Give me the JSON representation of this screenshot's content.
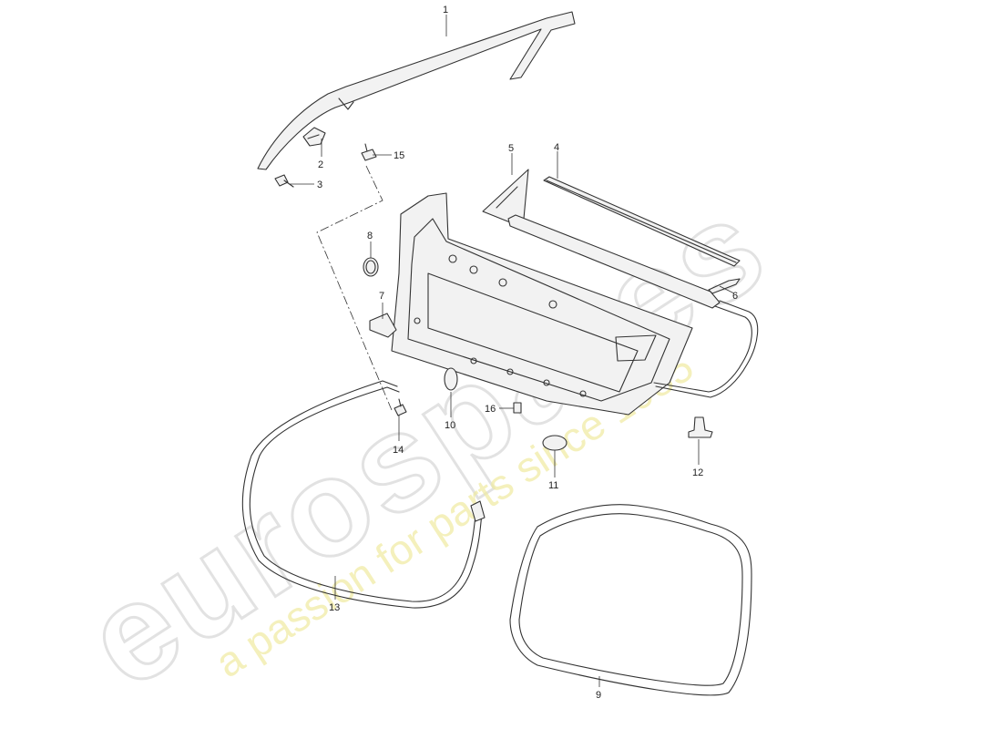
{
  "watermark": {
    "brand": "eurospares",
    "tagline": "a passion for parts since 1985"
  },
  "callouts": [
    "1",
    "2",
    "3",
    "4",
    "5",
    "6",
    "7",
    "8",
    "9",
    "10",
    "11",
    "12",
    "13",
    "14",
    "15",
    "16"
  ]
}
